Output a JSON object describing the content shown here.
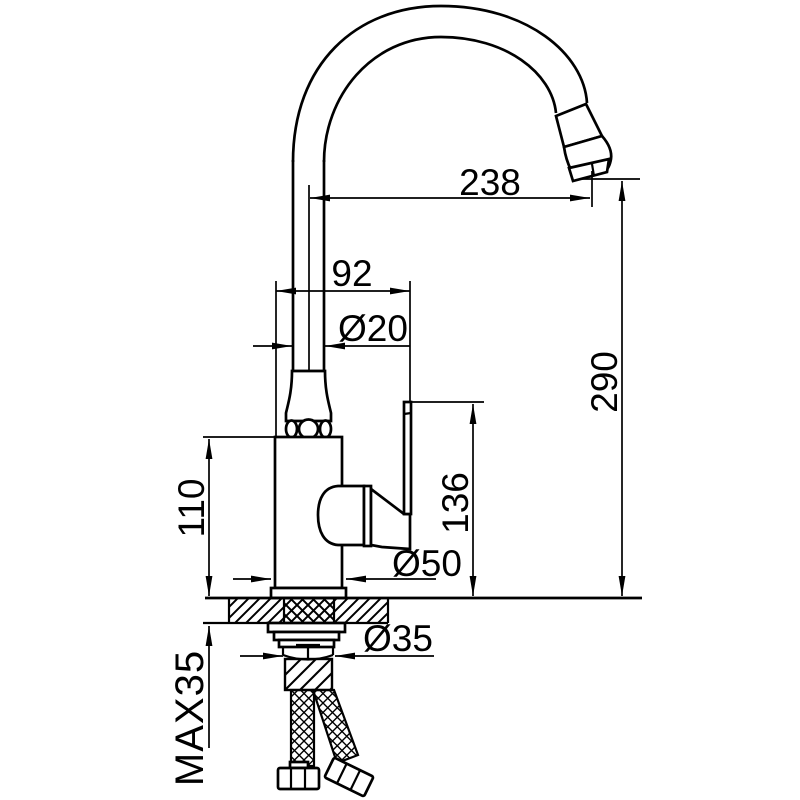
{
  "drawing": {
    "kind": "faucet-installation-technical-drawing",
    "background": "#ffffff",
    "line_color": "#000000"
  },
  "dimensions": {
    "spout_reach": "238",
    "spout_height": "290",
    "top_width": "92",
    "tube_diameter": "Ø20",
    "handle_height": "136",
    "body_height": "110",
    "base_diameter": "Ø50",
    "shank_diameter": "Ø35",
    "max_mount_thickness": "MAX35"
  }
}
